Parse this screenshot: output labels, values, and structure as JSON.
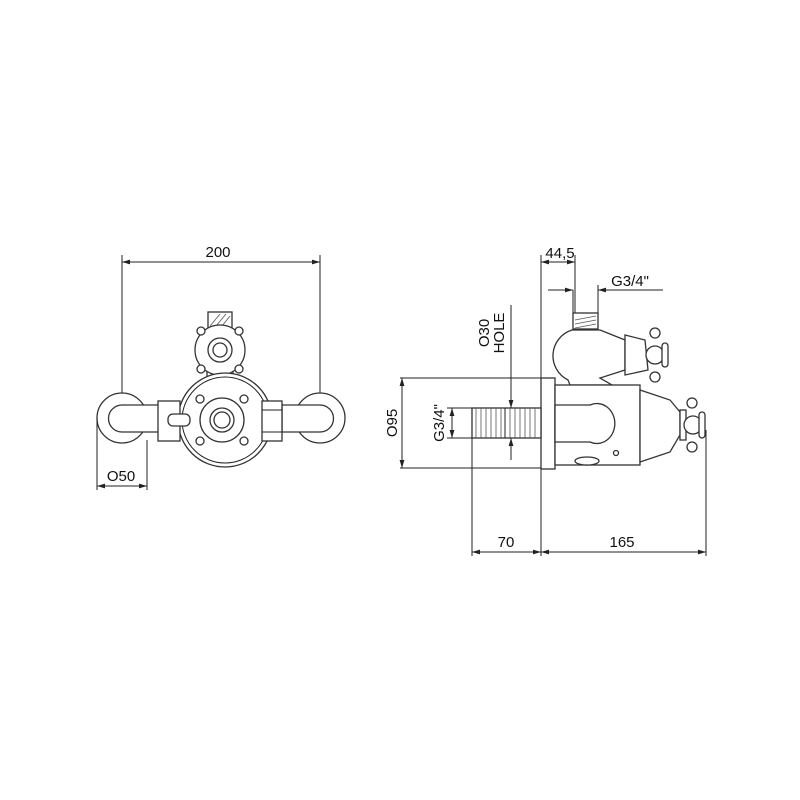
{
  "colors": {
    "line": "#222222",
    "background": "#ffffff"
  },
  "front_view": {
    "width_dim": "200",
    "elbow_dia_dim": "O50"
  },
  "side_view": {
    "outlet_offset_dim": "44,5",
    "outlet_thread_dim": "G3/4\"",
    "hole_dia_dim": "O30",
    "hole_label": "HOLE",
    "body_dia_dim": "O95",
    "inlet_thread_dim": "G3/4\"",
    "inlet_length_dim": "70",
    "body_depth_dim": "165"
  }
}
